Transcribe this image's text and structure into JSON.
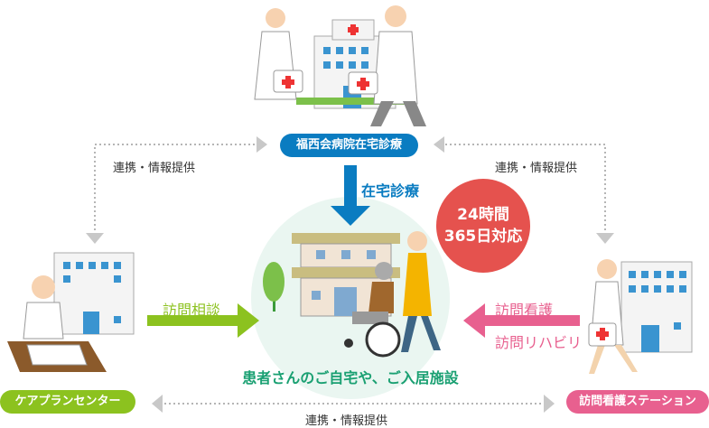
{
  "hospital": {
    "label": "福西会病院在宅診療",
    "color": "#0a7cc1"
  },
  "home_visit_label": "在宅診療",
  "badge": {
    "line1": "24時間",
    "line2": "365日対応",
    "color": "#e5524e"
  },
  "care_plan": {
    "label": "ケアプランセンター",
    "arrow_label": "訪問相談",
    "color": "#8cc21f"
  },
  "nursing_station": {
    "label": "訪問看護ステーション",
    "arrow_label_1": "訪問看護",
    "arrow_label_2": "訪問リハビリ",
    "color": "#e8608f"
  },
  "center_caption": "患者さんのご自宅や、ご入居施設",
  "link_label_left": "連携・情報提供",
  "link_label_right": "連携・情報提供",
  "link_label_bottom": "連携・情報提供"
}
